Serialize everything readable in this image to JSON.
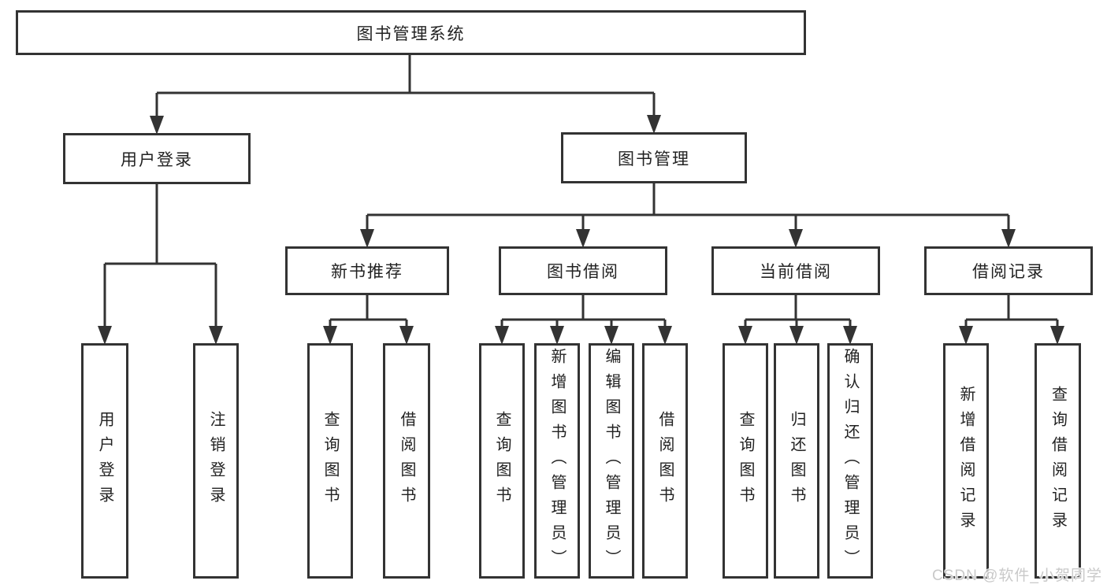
{
  "diagram": {
    "root": {
      "label": "图书管理系统"
    },
    "branches": [
      {
        "label": "用户登录",
        "children": [
          {
            "label": "用户登录"
          },
          {
            "label": "注销登录"
          }
        ]
      },
      {
        "label": "图书管理",
        "children": [
          {
            "label": "新书推荐",
            "children": [
              {
                "label": "查询图书"
              },
              {
                "label": "借阅图书"
              }
            ]
          },
          {
            "label": "图书借阅",
            "children": [
              {
                "label": "查询图书"
              },
              {
                "label": "新增图书（管理员）"
              },
              {
                "label": "编辑图书（管理员）"
              },
              {
                "label": "借阅图书"
              }
            ]
          },
          {
            "label": "当前借阅",
            "children": [
              {
                "label": "查询图书"
              },
              {
                "label": "归还图书"
              },
              {
                "label": "确认归还（管理员）"
              }
            ]
          },
          {
            "label": "借阅记录",
            "children": [
              {
                "label": "新增借阅记录"
              },
              {
                "label": "查询借阅记录"
              }
            ]
          }
        ]
      }
    ]
  },
  "style": {
    "line_color": "#333333",
    "box_background": "#ffffff",
    "text_color": "#222222",
    "watermark_color": "#c9c9c9"
  },
  "watermark": {
    "text": "CSDN @软件_小贺同学"
  }
}
